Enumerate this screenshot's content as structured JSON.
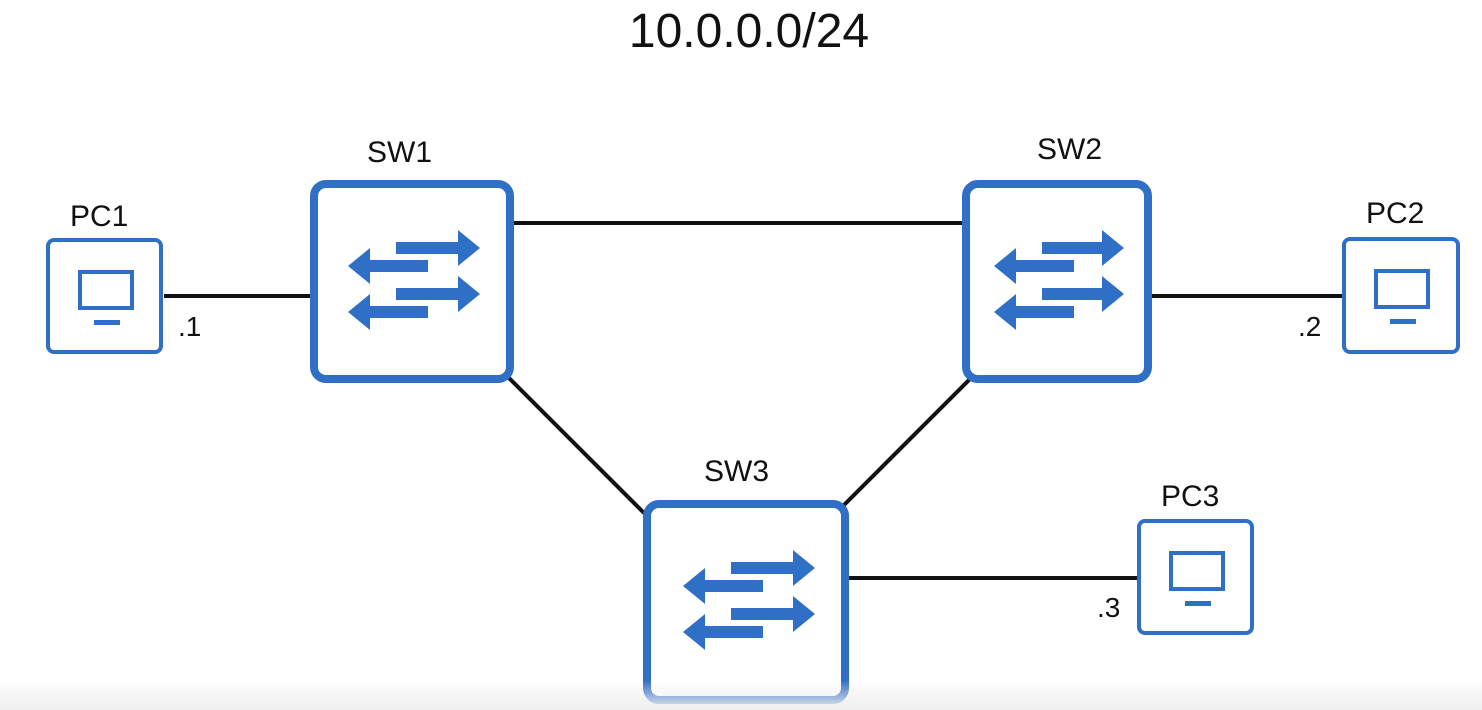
{
  "diagram": {
    "subnet": "10.0.0.0/24",
    "switches": [
      {
        "id": "sw1",
        "label": "SW1"
      },
      {
        "id": "sw2",
        "label": "SW2"
      },
      {
        "id": "sw3",
        "label": "SW3"
      }
    ],
    "pcs": [
      {
        "id": "pc1",
        "label": "PC1",
        "address": ".1"
      },
      {
        "id": "pc2",
        "label": "PC2",
        "address": ".2"
      },
      {
        "id": "pc3",
        "label": "PC3",
        "address": ".3"
      }
    ],
    "links": [
      {
        "from": "PC1",
        "to": "SW1"
      },
      {
        "from": "SW1",
        "to": "SW2"
      },
      {
        "from": "SW2",
        "to": "PC2"
      },
      {
        "from": "SW1",
        "to": "SW3"
      },
      {
        "from": "SW2",
        "to": "SW3"
      },
      {
        "from": "SW3",
        "to": "PC3"
      }
    ],
    "colors": {
      "device_blue": "#2f6fc6",
      "link": "#111111"
    },
    "icons": {
      "switch": "switch-arrows-icon",
      "pc": "monitor-icon"
    }
  }
}
